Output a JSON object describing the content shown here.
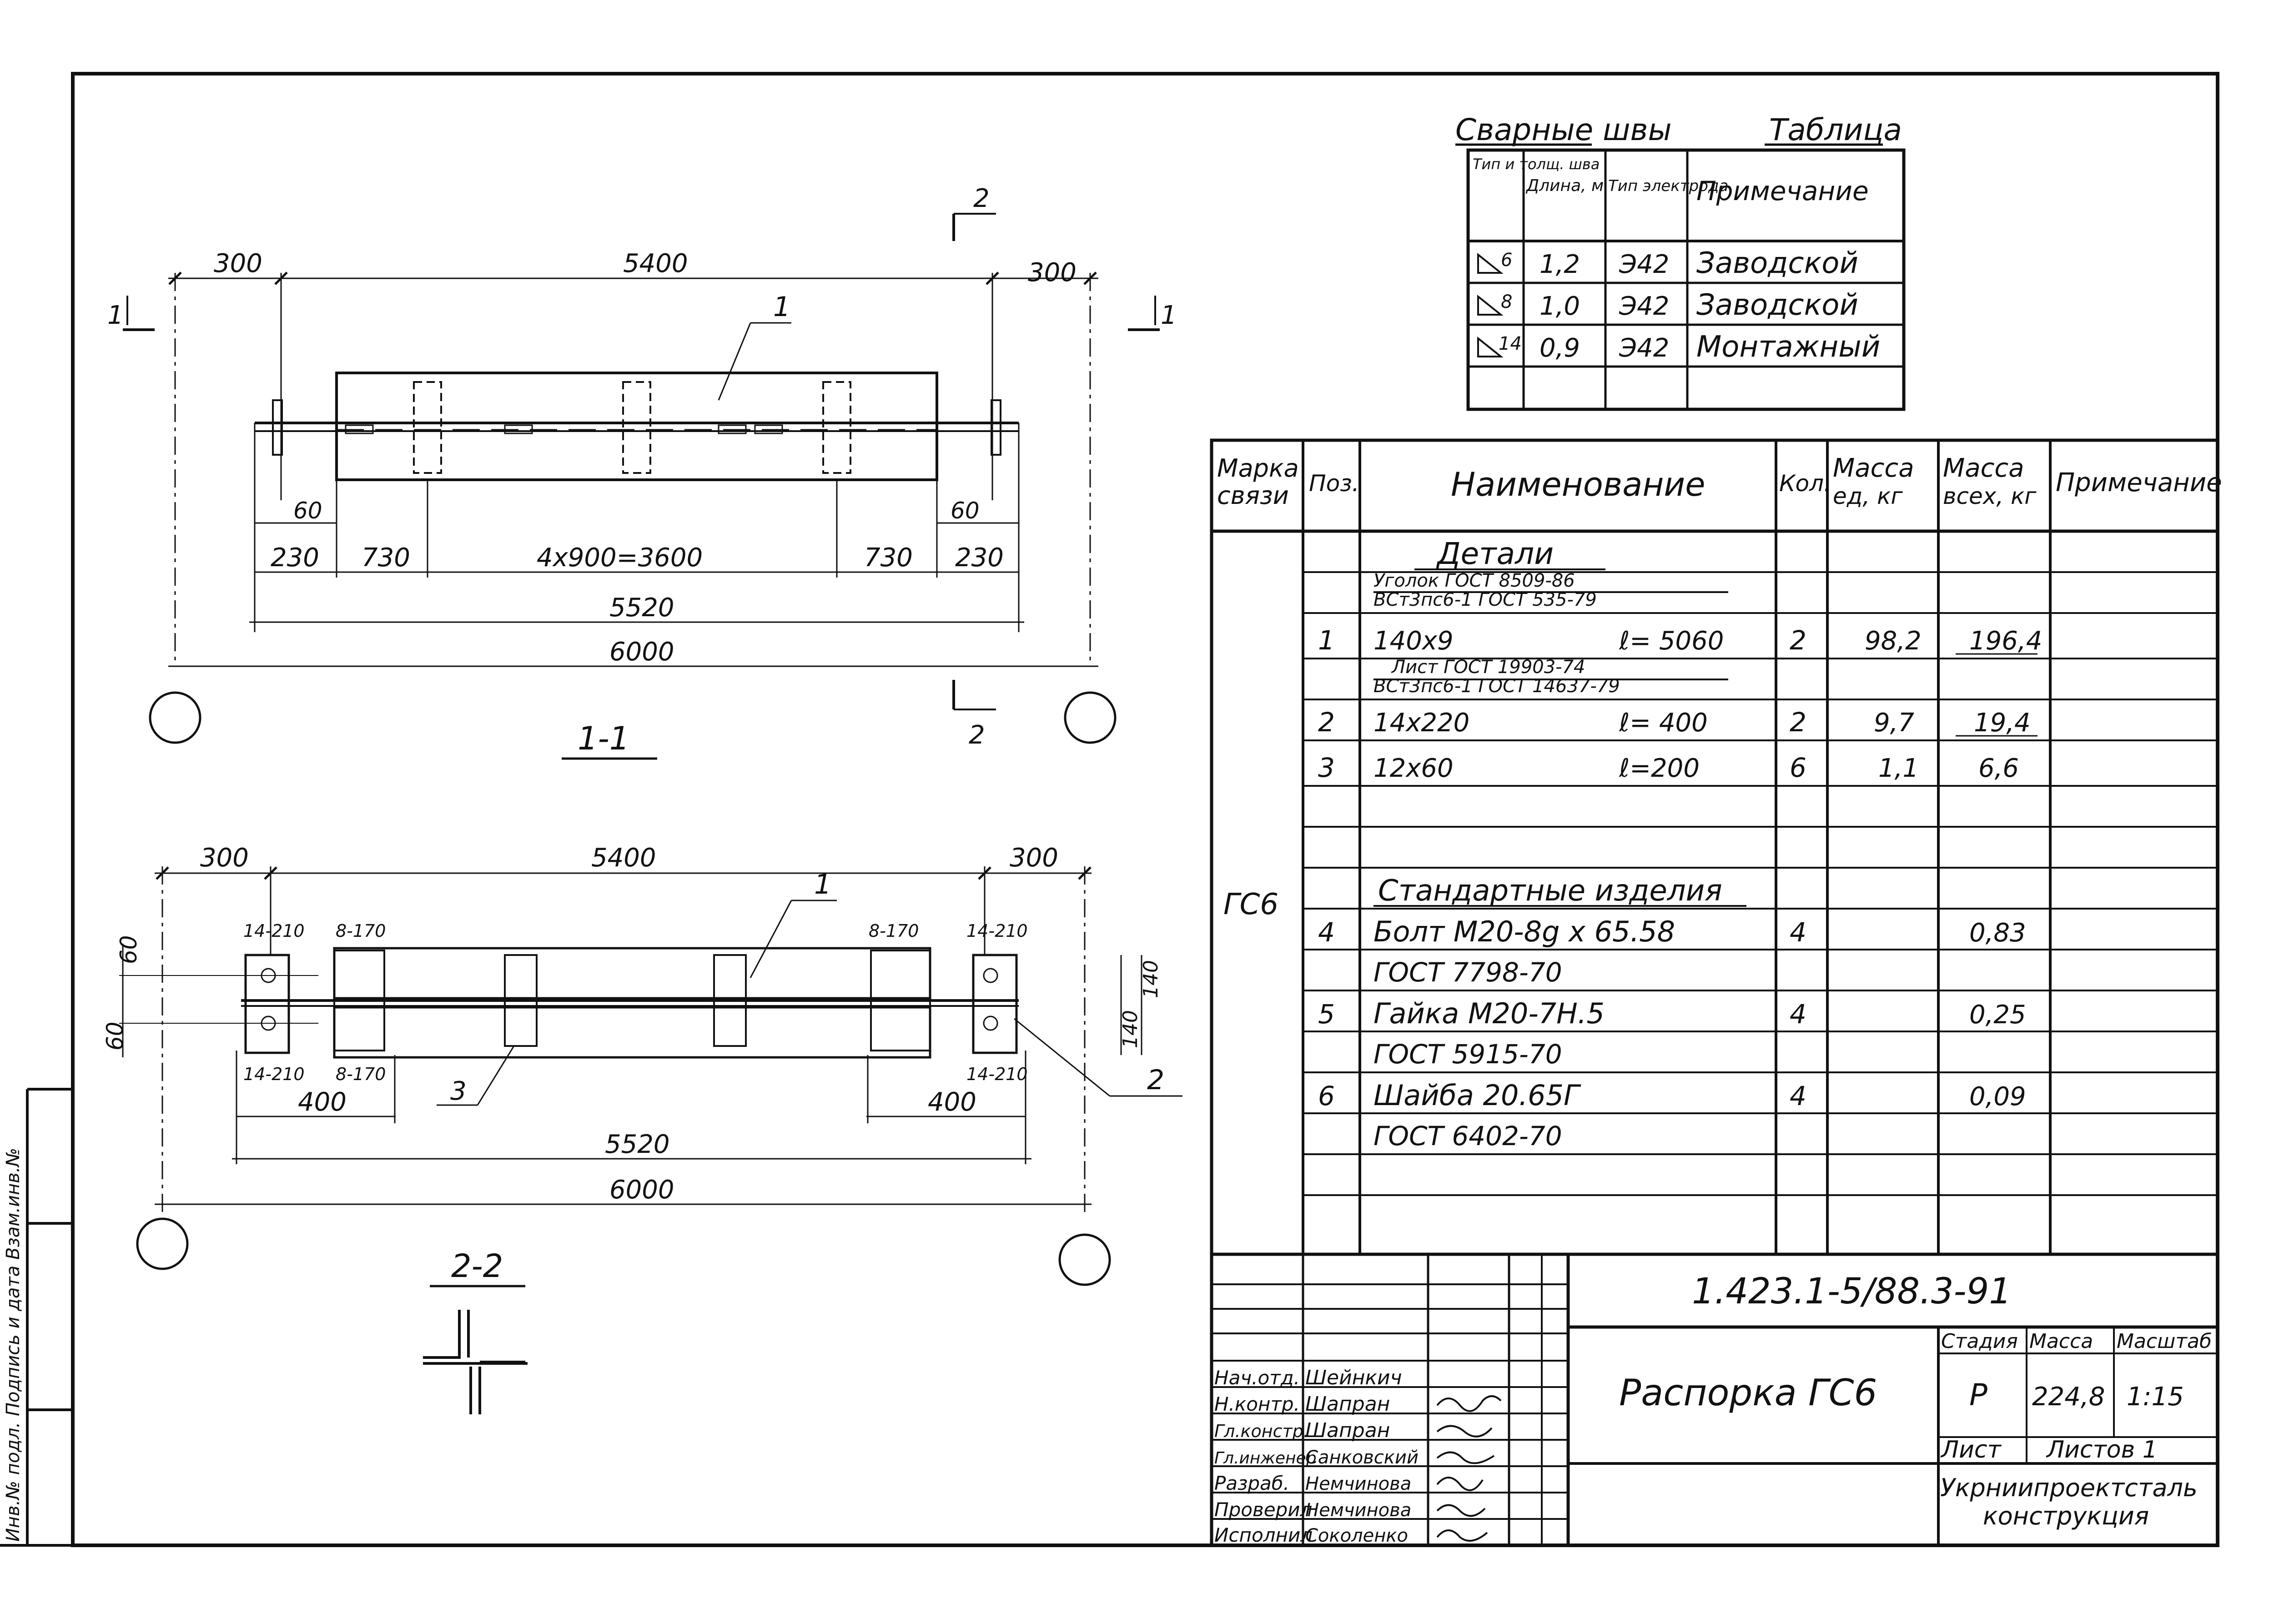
{
  "colors": {
    "ink": "#111111",
    "paper": "#ffffff"
  },
  "side_stamp": "Инв.№ подл.  Подпись и дата  Взам.инв.№",
  "welds": {
    "title": "Сварные швы",
    "label": "Таблица",
    "headers": [
      "Тип и толщ. шва",
      "Длина, м",
      "Тип электрода",
      "Примечание"
    ],
    "rows": [
      {
        "type": "6",
        "length": "1,2",
        "electrode": "Э42",
        "note": "Заводской"
      },
      {
        "type": "8",
        "length": "1,0",
        "electrode": "Э42",
        "note": "Заводской"
      },
      {
        "type": "14",
        "length": "0,9",
        "electrode": "Э42",
        "note": "Монтажный"
      }
    ]
  },
  "spec": {
    "headers": {
      "mark": "Марка связи",
      "pos": "Поз.",
      "name": "Наименование",
      "qty": "Кол.",
      "mass_unit": "Масса ед, кг",
      "mass_all": "Масса всех, кг",
      "note": "Примечание"
    },
    "mark": "ГС6",
    "section_details": "Детали",
    "material1_a": "Уголок ГОСТ 8509-86",
    "material1_b": "ВСт3пс6-1  ГОСТ 535-79",
    "material2_a": "Лист  ГОСТ 19903-74",
    "material2_b": "ВСт3пс6-1  ГОСТ 14637-79",
    "section_standard": "Стандартные изделия",
    "items": [
      {
        "pos": "1",
        "name": "140х9",
        "len": "ℓ= 5060",
        "qty": "2",
        "mass_unit": "98,2",
        "mass_all": "196,4"
      },
      {
        "pos": "2",
        "name": "14х220",
        "len": "ℓ= 400",
        "qty": "2",
        "mass_unit": "9,7",
        "mass_all": "19,4"
      },
      {
        "pos": "3",
        "name": "12х60",
        "len": "ℓ=200",
        "qty": "6",
        "mass_unit": "1,1",
        "mass_all": "6,6"
      },
      {
        "pos": "4",
        "name": "Болт М20-8g х 65.58",
        "std": "ГОСТ 7798-70",
        "qty": "4",
        "mass_all": "0,83"
      },
      {
        "pos": "5",
        "name": "Гайка М20-7Н.5",
        "std": "ГОСТ 5915-70",
        "qty": "4",
        "mass_all": "0,25"
      },
      {
        "pos": "6",
        "name": "Шайба 20.65Г",
        "std": "ГОСТ 6402-70",
        "qty": "4",
        "mass_all": "0,09"
      }
    ]
  },
  "title_block": {
    "doc_code": "1.423.1-5/88.3-91",
    "title": "Распорка ГС6",
    "stage_label": "Стадия",
    "mass_label": "Масса",
    "scale_label": "Масштаб",
    "stage": "Р",
    "mass": "224,8",
    "scale": "1:15",
    "sheet_label": "Лист",
    "sheets_label": "Листов 1",
    "org_1": "Укрниипроектсталь",
    "org_2": "конструкция",
    "staff": [
      {
        "role": "Нач.отд.",
        "name": "Шейнкич"
      },
      {
        "role": "Н.контр.",
        "name": "Шапран"
      },
      {
        "role": "Гл.констр.",
        "name": "Шапран"
      },
      {
        "role": "Гл.инженер",
        "name": "Санковский"
      },
      {
        "role": "Разраб.",
        "name": "Немчинова"
      },
      {
        "role": "Проверил",
        "name": "Немчинова"
      },
      {
        "role": "Исполнил",
        "name": "Соколенко"
      }
    ]
  },
  "view1": {
    "d_top_left": "300",
    "d_top_mid": "5400",
    "d_top_right": "300",
    "d_60_left": "60",
    "d_60_right": "60",
    "d_230_left": "230",
    "d_730_left": "730",
    "d_pitch": "4х900=3600",
    "d_730_right": "730",
    "d_230_right": "230",
    "d_5520": "5520",
    "d_6000": "6000",
    "pos_label": "1",
    "section_mark": "1",
    "section_mark_cut": "2",
    "caption": "1-1"
  },
  "view2": {
    "d_top_left": "300",
    "d_top_mid": "5400",
    "d_top_right": "300",
    "d_60_a": "60",
    "d_60_b": "60",
    "d_140": "140",
    "d_140_b": "140",
    "weld_1": "14-210",
    "weld_2": "8-170",
    "weld_3": "8-170",
    "weld_4": "14-210",
    "weld_5": "14-210",
    "weld_6": "8-170",
    "weld_7": "14-210",
    "d_400_left": "400",
    "d_400_right": "400",
    "d_5520": "5520",
    "d_6000": "6000",
    "pos_1": "1",
    "pos_2": "2",
    "pos_3": "3",
    "caption": "2-2"
  }
}
